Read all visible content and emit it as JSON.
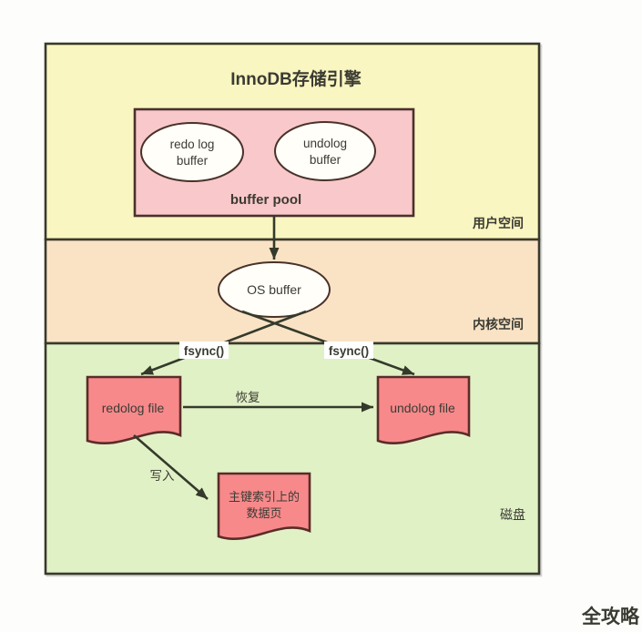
{
  "title": "InnoDB存储引擎",
  "sections": {
    "user_space": {
      "label": "用户空间"
    },
    "kernel_space": {
      "label": "内核空间"
    },
    "disk": {
      "label": "磁盘"
    }
  },
  "nodes": {
    "buffer_pool": {
      "label": "buffer pool"
    },
    "redo_log_buffer": {
      "line1": "redo log",
      "line2": "buffer"
    },
    "undolog_buffer": {
      "line1": "undolog",
      "line2": "buffer"
    },
    "os_buffer": {
      "label": "OS buffer"
    },
    "redolog_file": {
      "label": "redolog file"
    },
    "undolog_file": {
      "label": "undolog file"
    },
    "data_page": {
      "line1": "主键索引上的",
      "line2": "数据页"
    }
  },
  "edges": {
    "fsync_left": {
      "label": "fsync()"
    },
    "fsync_right": {
      "label": "fsync()"
    },
    "recovery": {
      "label": "恢复"
    },
    "write": {
      "label": "写入"
    }
  },
  "watermark": {
    "text": "全攻略",
    "color": "#A99465"
  },
  "colors": {
    "user_space_bg": "#FAF6C1",
    "kernel_space_bg": "#FAE3C5",
    "disk_bg": "#E1F1C6",
    "buffer_pool_bg": "#F9C8CA",
    "file_fill": "#F7898B",
    "ellipse_fill": "#FFFEF9",
    "label_bg": "#FFFFFF"
  }
}
